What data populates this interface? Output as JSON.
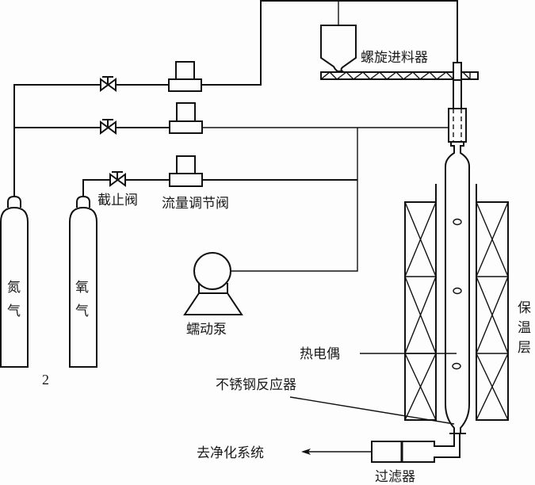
{
  "title": "Experimental apparatus schematic",
  "labels": {
    "screw_feeder": "螺旋进料器",
    "shutoff_valve": "截止阀",
    "flow_control_valve": "流量调节阀",
    "nitrogen_cylinder_line1": "氮",
    "nitrogen_cylinder_line2": "气",
    "oxygen_cylinder_line1": "氧",
    "oxygen_cylinder_line2": "气",
    "peristaltic_pump": "蠕动泵",
    "insulation_layer_1": "保",
    "insulation_layer_2": "温",
    "insulation_layer_3": "层",
    "thermocouple": "热电偶",
    "stainless_steel_reactor": "不锈钢反应器",
    "to_purification_system": "去净化系统",
    "filter": "过滤器",
    "figure_number": "2"
  },
  "components": [
    {
      "id": "nitrogen-cylinder",
      "gas": "nitrogen"
    },
    {
      "id": "oxygen-cylinder",
      "gas": "oxygen"
    },
    {
      "id": "shutoff-valve",
      "count": 3
    },
    {
      "id": "flow-control-valve",
      "count": 3
    },
    {
      "id": "screw-feeder"
    },
    {
      "id": "peristaltic-pump"
    },
    {
      "id": "reactor"
    },
    {
      "id": "thermocouple"
    },
    {
      "id": "insulation-layer",
      "count": 2
    },
    {
      "id": "filter"
    }
  ],
  "colors": {
    "line": "#111111",
    "background": "#fdfdfd",
    "text": "#1a1a1a"
  }
}
